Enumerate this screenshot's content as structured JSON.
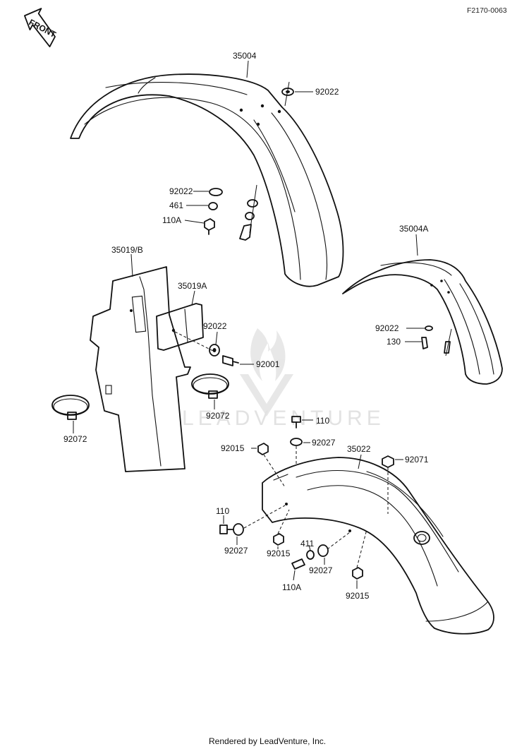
{
  "diagram_code": "F2170-0063",
  "front_indicator": "FRONT",
  "watermark_text": "LEADVENTURE",
  "footer_text": "Rendered by LeadVenture, Inc.",
  "labels": {
    "p35004": "35004",
    "p92022_top": "92022",
    "p92022_a": "92022",
    "p461": "461",
    "p110a_a": "110A",
    "p35004a": "35004A",
    "p92022_b": "92022",
    "p130": "130",
    "p35019b": "35019/B",
    "p35019a": "35019A",
    "p92022_c": "92022",
    "p92001": "92001",
    "p92072_a": "92072",
    "p92072_b": "92072",
    "p110_a": "110",
    "p92027_a": "92027",
    "p92015_a": "92015",
    "p35022": "35022",
    "p92071": "92071",
    "p110_b": "110",
    "p92027_b": "92027",
    "p92015_b": "92015",
    "p411": "411",
    "p92027_c": "92027",
    "p110a_b": "110A",
    "p92015_c": "92015"
  }
}
